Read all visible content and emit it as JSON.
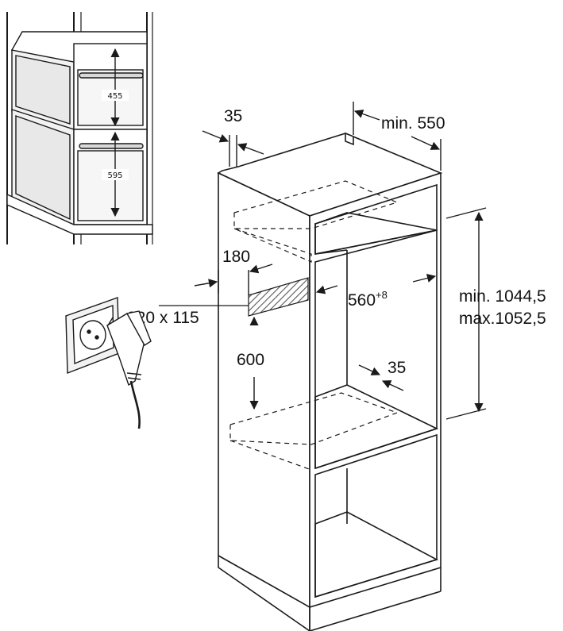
{
  "colors": {
    "line": "#1a1a1a",
    "hatch": "#555555",
    "inset_fill": "#f2f2f2",
    "inset_dark": "#d9d9d9"
  },
  "labels": {
    "top_gap": "35",
    "min_depth": "min. 550",
    "socket_width": "180",
    "socket_size": "320 x 115",
    "socket_height": "600",
    "niche_width_base": "560",
    "niche_width_sup": "+8",
    "side_gap": "35",
    "niche_min_height": "min. 1044,5",
    "niche_max_height": "max.1052,5"
  },
  "inset": {
    "upper_height": "455",
    "lower_height": "595"
  },
  "icons": {
    "socket": "wall-socket-icon",
    "plug": "power-plug-icon"
  }
}
